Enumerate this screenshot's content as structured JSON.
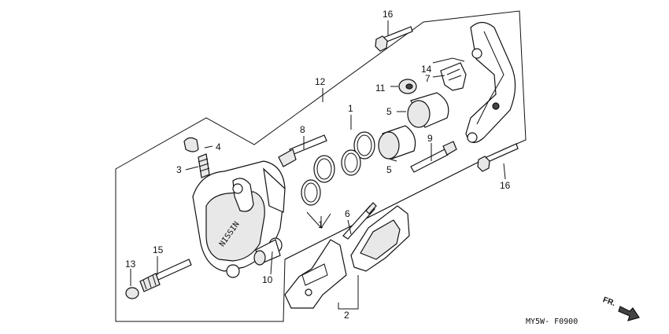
{
  "labels": {
    "l1a": "1",
    "l1b": "1",
    "l2": "2",
    "l3": "3",
    "l4": "4",
    "l5a": "5",
    "l5b": "5",
    "l6": "6",
    "l7": "7",
    "l8": "8",
    "l9": "9",
    "l10": "10",
    "l11": "11",
    "l12": "12",
    "l13": "13",
    "l14": "14",
    "l15": "15",
    "l16a": "16",
    "l16b": "16"
  },
  "direction_label": "FR.",
  "figure_code": "MY5W- F0900",
  "caliper_marking": "NISSIN"
}
